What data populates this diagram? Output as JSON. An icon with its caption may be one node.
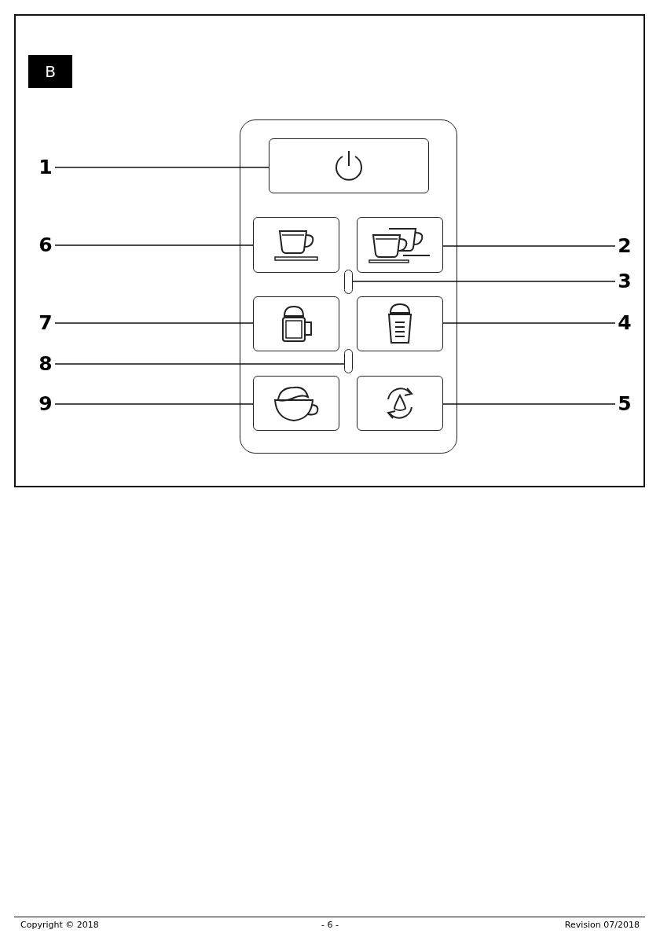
{
  "diagram": {
    "nodes": [
      {
        "text": [
          "1"
        ]
      },
      {
        "text": [
          "6"
        ]
      },
      {
        "text": [
          "2"
        ]
      },
      {
        "text": [
          "3"
        ]
      },
      {
        "text": [
          "7"
        ]
      },
      {
        "text": [
          "4"
        ]
      },
      {
        "text": [
          "8"
        ]
      },
      {
        "text": [
          "9"
        ]
      },
      {
        "text": [
          "5"
        ]
      },
      {
        "text": [],
        "shape": "box"
      },
      {
        "text": [],
        "shape": "box"
      },
      {
        "text": [],
        "shape": "box"
      },
      {
        "text": [],
        "shape": "box"
      },
      {
        "text": [],
        "shape": "box"
      },
      {
        "text": [],
        "shape": "box"
      },
      {
        "text": [],
        "shape": "box"
      },
      {
        "text": [],
        "shape": "box"
      },
      {
        "text": [],
        "shape": "box"
      }
    ],
    "edges": [
      {
        "from": 0,
        "to": 9,
        "arrow": "none"
      },
      {
        "from": 1,
        "to": 10,
        "arrow": "none"
      },
      {
        "from": 2,
        "to": 11,
        "arrow": "none"
      },
      {
        "from": 3,
        "to": 12,
        "arrow": "none"
      },
      {
        "from": 4,
        "to": 13,
        "arrow": "none"
      },
      {
        "from": 5,
        "to": 14,
        "arrow": "none"
      },
      {
        "from": 6,
        "to": 15,
        "arrow": "none"
      },
      {
        "from": 7,
        "to": 16,
        "arrow": "none"
      },
      {
        "from": 8,
        "to": 17,
        "arrow": "none"
      }
    ],
    "labels": [
      "B",
      "Copyright © 2018",
      "- 6 -",
      "Revision 07/2018"
    ]
  }
}
